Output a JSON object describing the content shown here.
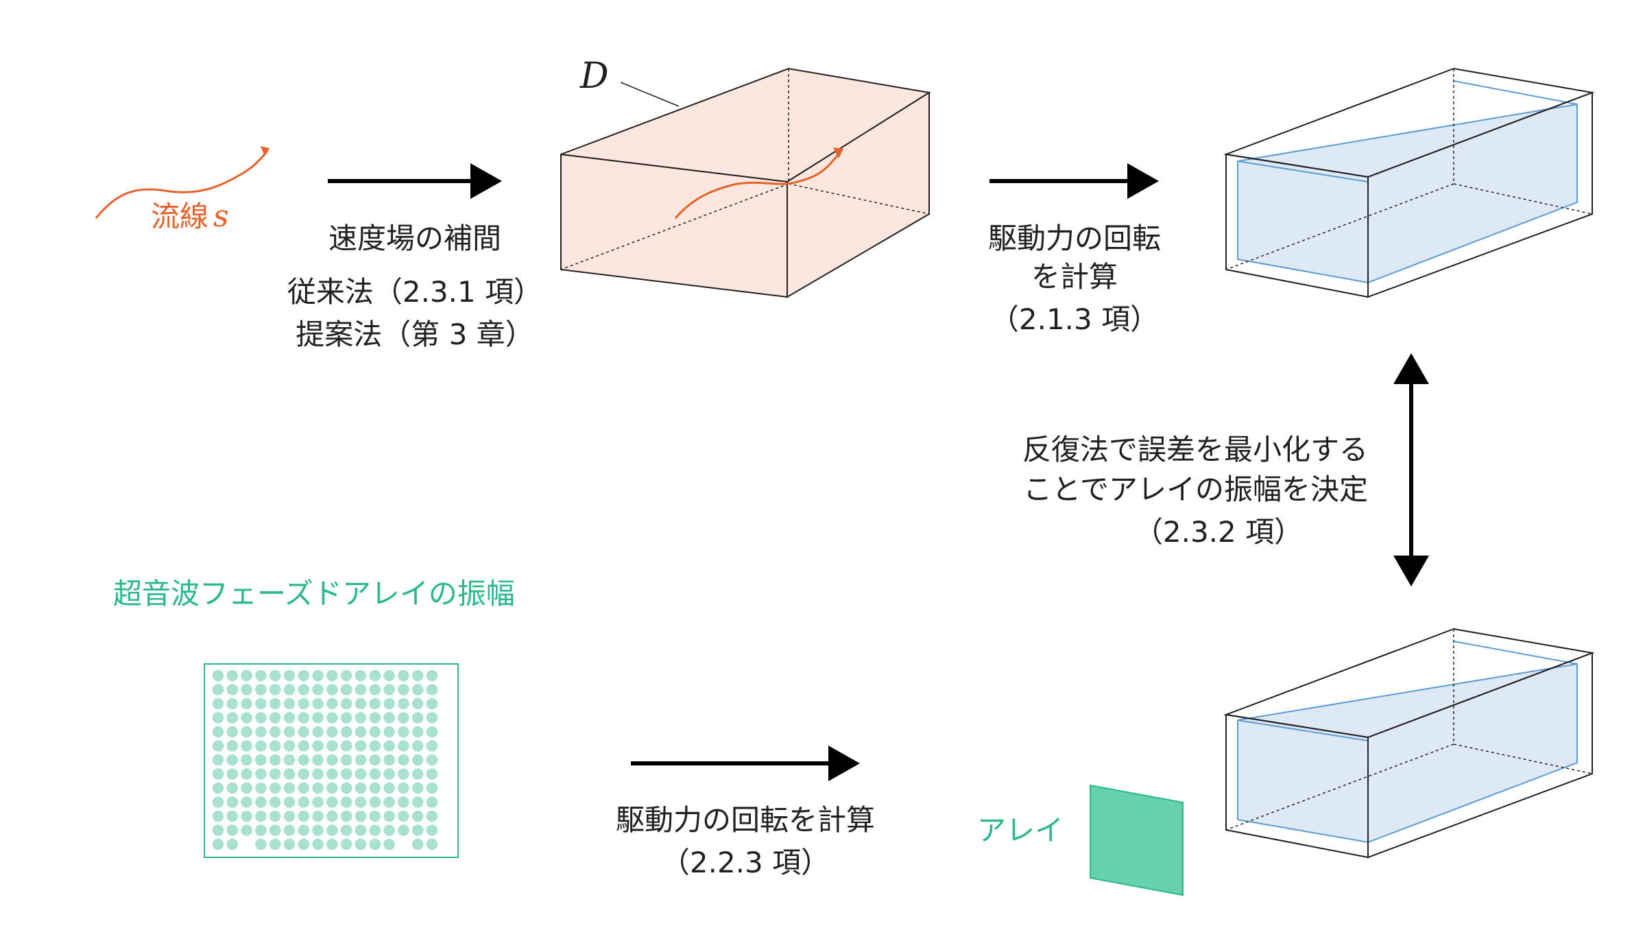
{
  "streamline": {
    "label": "流線",
    "symbol": "s"
  },
  "domain_symbol": "D",
  "interpolation": {
    "title": "速度場の補間",
    "line2": "従来法（2.3.1 項）",
    "line3": "提案法（第 3 章）"
  },
  "curl_step_top": {
    "line1": "駆動力の回転",
    "line2": "を計算",
    "line3": "（2.1.3 項）"
  },
  "iteration": {
    "line1": "反復法で誤差を最小化する",
    "line2": "ことでアレイの振幅を決定",
    "line3": "（2.3.2 項）"
  },
  "array_amplitude": {
    "title": "超音波フェーズドアレイの振幅"
  },
  "curl_step_bottom": {
    "line1": "駆動力の回転を計算",
    "line2": "（2.2.3 項）"
  },
  "array_label": "アレイ",
  "colors": {
    "orange": "#e7622a",
    "green": "#2cb88f",
    "box_fill": "#fbe7de",
    "inner_blue": "#dde9f5",
    "inner_blue_edge": "#5b9bd5",
    "array_plate": "#66d1ad"
  }
}
